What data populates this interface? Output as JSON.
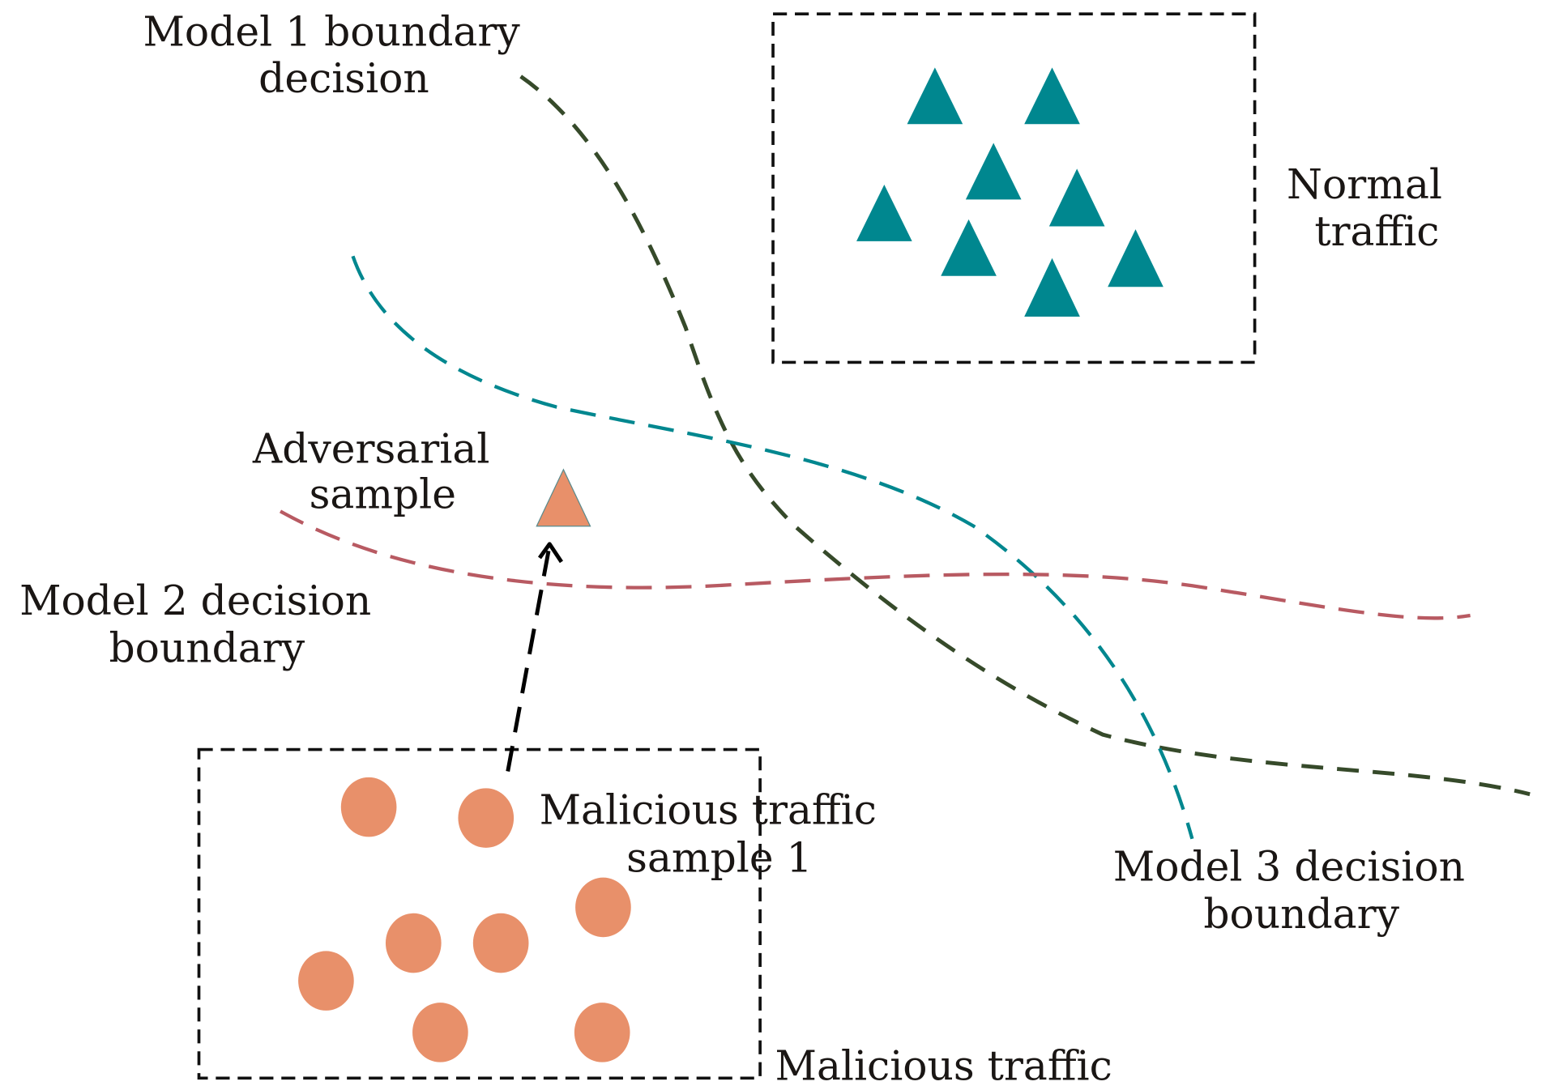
{
  "title": "Adversarial sample transferability across model decision boundaries",
  "colors": {
    "normal_traffic": "#00878f",
    "malicious_traffic": "#e8906a",
    "model1_boundary": "#364a2a",
    "model2_boundary": "#b85a62",
    "model3_boundary": "#00878f",
    "box_border": "#111111",
    "arrow": "#000000"
  },
  "labels": {
    "model1": [
      "Model 1 boundary",
      "decision"
    ],
    "normal": [
      "Normal",
      "traffic"
    ],
    "adversarial": [
      "Adversarial",
      "sample"
    ],
    "model2": [
      "Model 2 decision",
      "boundary"
    ],
    "malicious_sample": [
      "Malicious traffic",
      "sample 1"
    ],
    "model3": [
      "Model 3 decision",
      "boundary"
    ],
    "malicious": "Malicious traffic"
  },
  "groups": {
    "normal_traffic": {
      "marker": "triangle",
      "count": 8
    },
    "malicious_traffic": {
      "marker": "circle",
      "count": 8
    },
    "adversarial_sample": {
      "marker": "triangle",
      "count": 1
    }
  }
}
